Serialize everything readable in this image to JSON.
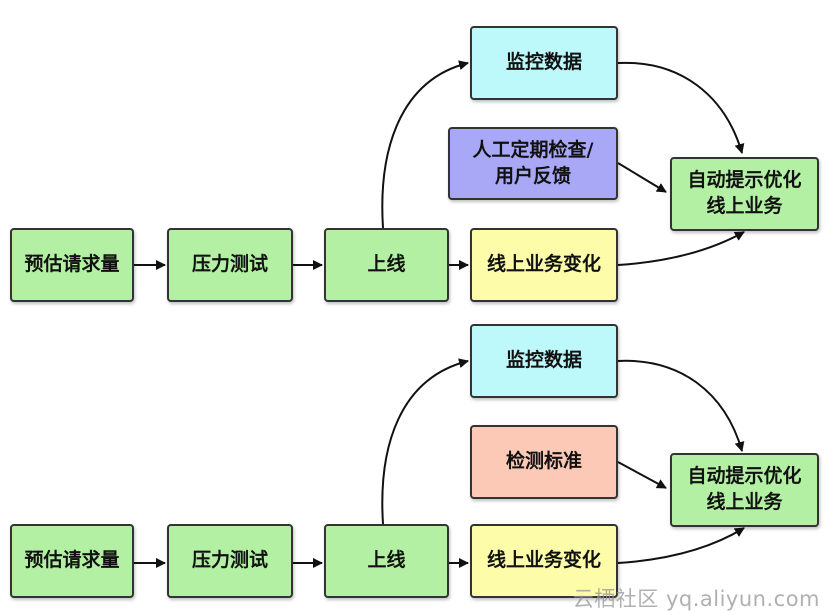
{
  "diagram": {
    "upper": {
      "estimate": "预估请求量",
      "stress_test": "压力测试",
      "launch": "上线",
      "monitor": "监控数据",
      "manual_check": "人工定期检查/\n用户反馈",
      "business_change": "线上业务变化",
      "auto_optimize": "自动提示优化\n线上业务"
    },
    "lower": {
      "estimate": "预估请求量",
      "stress_test": "压力测试",
      "launch": "上线",
      "monitor": "监控数据",
      "detection_standard": "检测标准",
      "business_change": "线上业务变化",
      "auto_optimize": "自动提示优化\n线上业务"
    },
    "colors": {
      "process": "#b3f0a3",
      "monitor": "#bdf9fb",
      "business_change": "#fdfca9",
      "manual_check": "#a8a8f7",
      "detection_standard": "#fbc9b6"
    }
  },
  "watermark": "云栖社区 yq.aliyun.com"
}
